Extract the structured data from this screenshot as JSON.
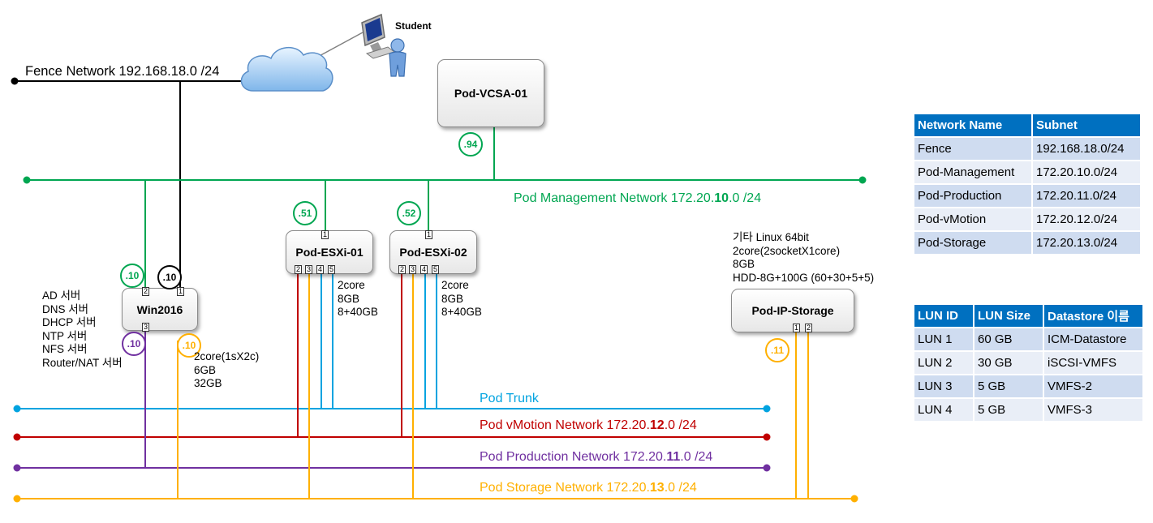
{
  "networks": {
    "fence": {
      "label": "Fence Network 192.168.18.0 /24",
      "color": "#000000"
    },
    "management": {
      "pre": "Pod Management Network 172.20.",
      "bold": "10",
      "post": ".0 /24",
      "color": "#00a651"
    },
    "trunk": {
      "label": "Pod Trunk",
      "color": "#00a3e0"
    },
    "vmotion": {
      "pre": "Pod vMotion Network 172.20.",
      "bold": "12",
      "post": ".0 /24",
      "color": "#c00000"
    },
    "production": {
      "pre": "Pod Production Network 172.20.",
      "bold": "11",
      "post": ".0 /24",
      "color": "#7030a0"
    },
    "storage": {
      "pre": "Pod Storage Network 172.20.",
      "bold": "13",
      "post": ".0 /24",
      "color": "#ffb000"
    }
  },
  "student": {
    "label": "Student"
  },
  "nodes": {
    "vcsa": {
      "label": "Pod-VCSA-01",
      "ip": ".94"
    },
    "win": {
      "label": "Win2016",
      "ports": [
        "2",
        "1",
        "3"
      ],
      "ips": [
        ".10",
        ".10",
        ".10",
        ".10"
      ],
      "services": [
        "AD 서버",
        "DNS 서버",
        "DHCP 서버",
        "NTP 서버",
        "NFS 서버",
        "Router/NAT 서버"
      ],
      "spec": [
        "2core(1sX2c)",
        "6GB",
        "32GB"
      ]
    },
    "esxi1": {
      "label": "Pod-ESXi-01",
      "ip": ".51",
      "top_port": "1",
      "ports": [
        "2",
        "3",
        "4",
        "5"
      ],
      "spec": [
        "2core",
        "8GB",
        "8+40GB"
      ]
    },
    "esxi2": {
      "label": "Pod-ESXi-02",
      "ip": ".52",
      "top_port": "1",
      "ports": [
        "2",
        "3",
        "4",
        "5"
      ],
      "spec": [
        "2core",
        "8GB",
        "8+40GB"
      ]
    },
    "storage": {
      "label": "Pod-IP-Storage",
      "ip": ".11",
      "ports": [
        "1",
        "2"
      ],
      "spec": [
        "기타 Linux 64bit",
        "2core(2socketX1core)",
        "8GB",
        "HDD-8G+100G (60+30+5+5)"
      ]
    }
  },
  "network_table": {
    "headers": [
      "Network Name",
      "Subnet"
    ],
    "rows": [
      [
        "Fence",
        "192.168.18.0/24"
      ],
      [
        "Pod-Management",
        "172.20.10.0/24"
      ],
      [
        "Pod-Production",
        "172.20.11.0/24"
      ],
      [
        "Pod-vMotion",
        "172.20.12.0/24"
      ],
      [
        "Pod-Storage",
        "172.20.13.0/24"
      ]
    ]
  },
  "lun_table": {
    "headers": [
      "LUN ID",
      "LUN Size",
      "Datastore 이름"
    ],
    "rows": [
      [
        "LUN 1",
        "60 GB",
        "ICM-Datastore"
      ],
      [
        "LUN 2",
        "30 GB",
        "iSCSI-VMFS"
      ],
      [
        "LUN 3",
        "5 GB",
        "VMFS-2"
      ],
      [
        "LUN 4",
        "5 GB",
        "VMFS-3"
      ]
    ]
  }
}
